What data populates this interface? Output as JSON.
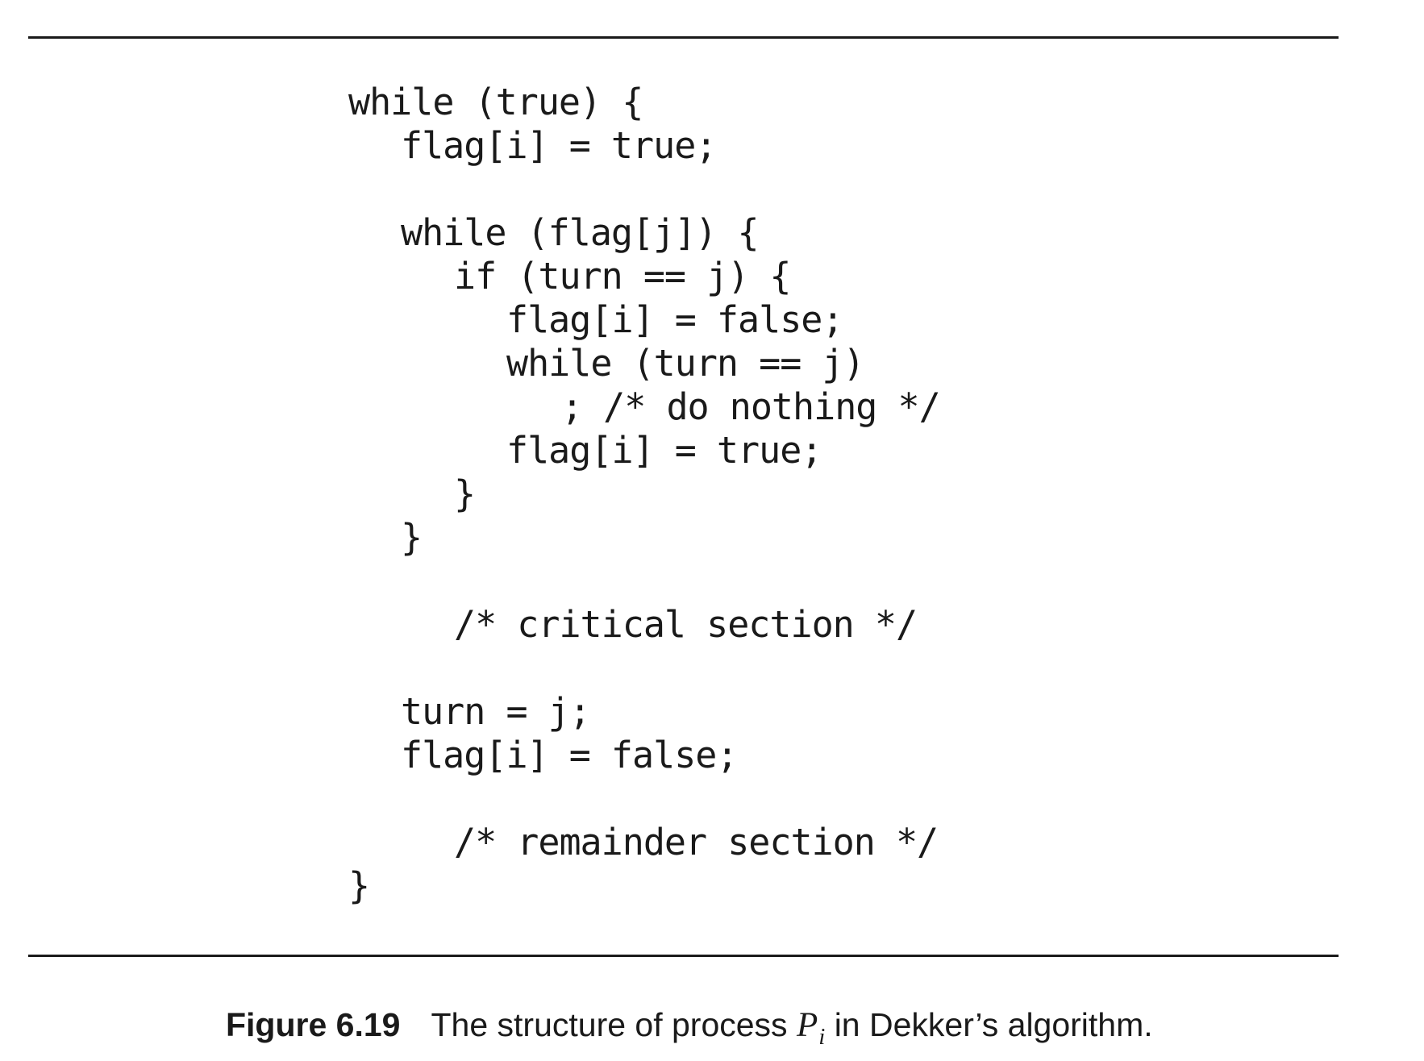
{
  "code_lines": [
    "while (true) {",
    "flag[i] = true;",
    "while (flag[j]) {",
    "if (turn == j) {",
    "flag[i] = false;",
    "while (turn == j)",
    "; /* do nothing */",
    "flag[i] = true;",
    "}",
    "}",
    "/* critical section */",
    "turn = j;",
    "flag[i] = false;",
    "/* remainder section */",
    "}"
  ],
  "caption": {
    "label": "Figure 6.19",
    "text_before": "The structure of process ",
    "var": "P",
    "sub": "i",
    "text_after": " in Dekker’s algorithm."
  }
}
